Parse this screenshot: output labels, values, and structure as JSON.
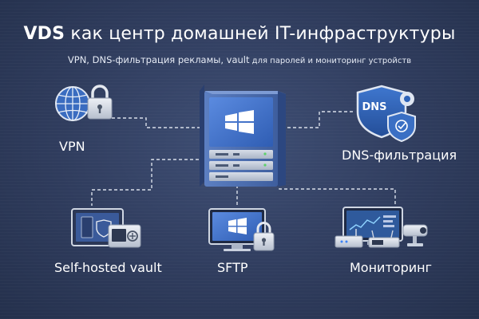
{
  "title": {
    "bold": "VDS",
    "rest": " как центр домашней IT-инфраструктуры"
  },
  "subtitle": {
    "part1": "VPN, DNS-фильтрация рекламы, vault",
    "part2": " для паролей и мониторинг устройств"
  },
  "nodes": {
    "vpn": {
      "label": "VPN"
    },
    "dns": {
      "label": "DNS-фильтрация",
      "badge_text": "DNS"
    },
    "vault": {
      "label": "Self-hosted vault"
    },
    "sftp": {
      "label": "SFTP"
    },
    "monitoring": {
      "label": "Мониторинг"
    }
  },
  "colors": {
    "background": "#2f3c5d",
    "connector": "#d8dee9",
    "server_blue": "#4f79c4",
    "shield_blue": "#2e63b8",
    "text": "#ffffff"
  },
  "icons": {
    "server": "server-with-windows-logo-icon",
    "vpn": "globe-lock-icon",
    "dns": "dns-shield-icon",
    "vault": "vault-device-icon",
    "sftp": "monitor-lock-icon",
    "monitoring": "dashboard-router-camera-icon"
  }
}
